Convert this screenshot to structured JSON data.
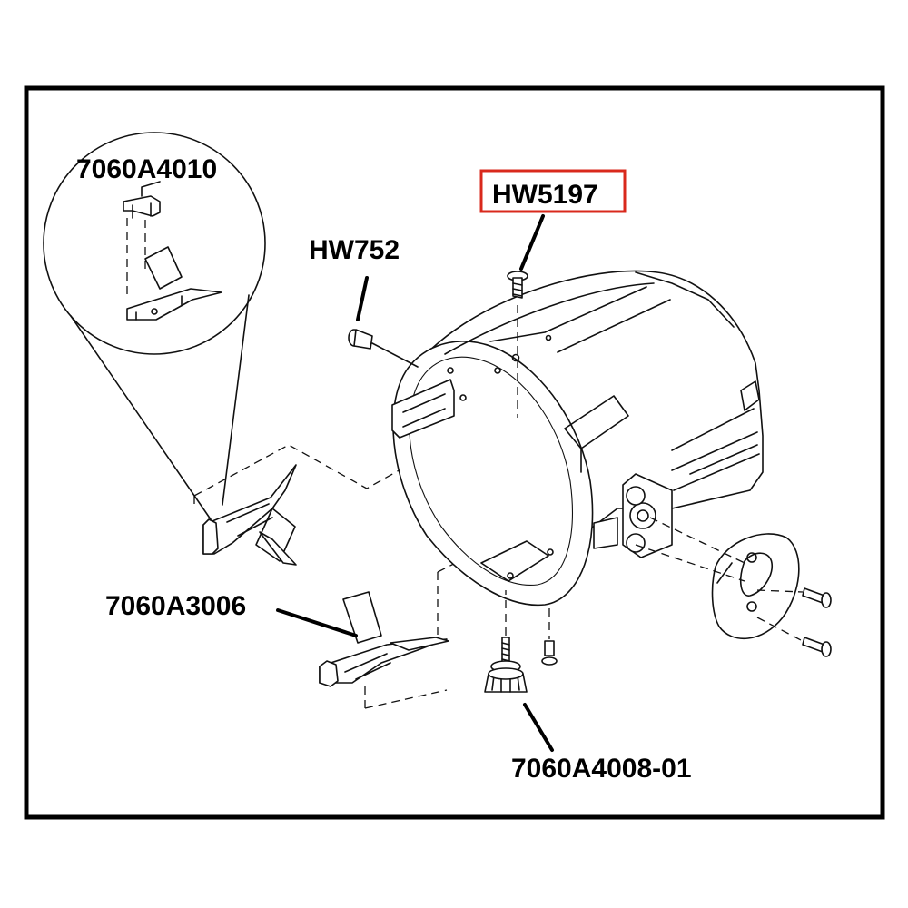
{
  "diagram": {
    "labels": {
      "hw5197": "HW5197",
      "hw752": "HW752",
      "part_4010": "7060A4010",
      "part_3006": "7060A3006",
      "part_4008": "7060A4008-01"
    },
    "highlight_color": "#d9291c",
    "border_color": "#000000"
  }
}
